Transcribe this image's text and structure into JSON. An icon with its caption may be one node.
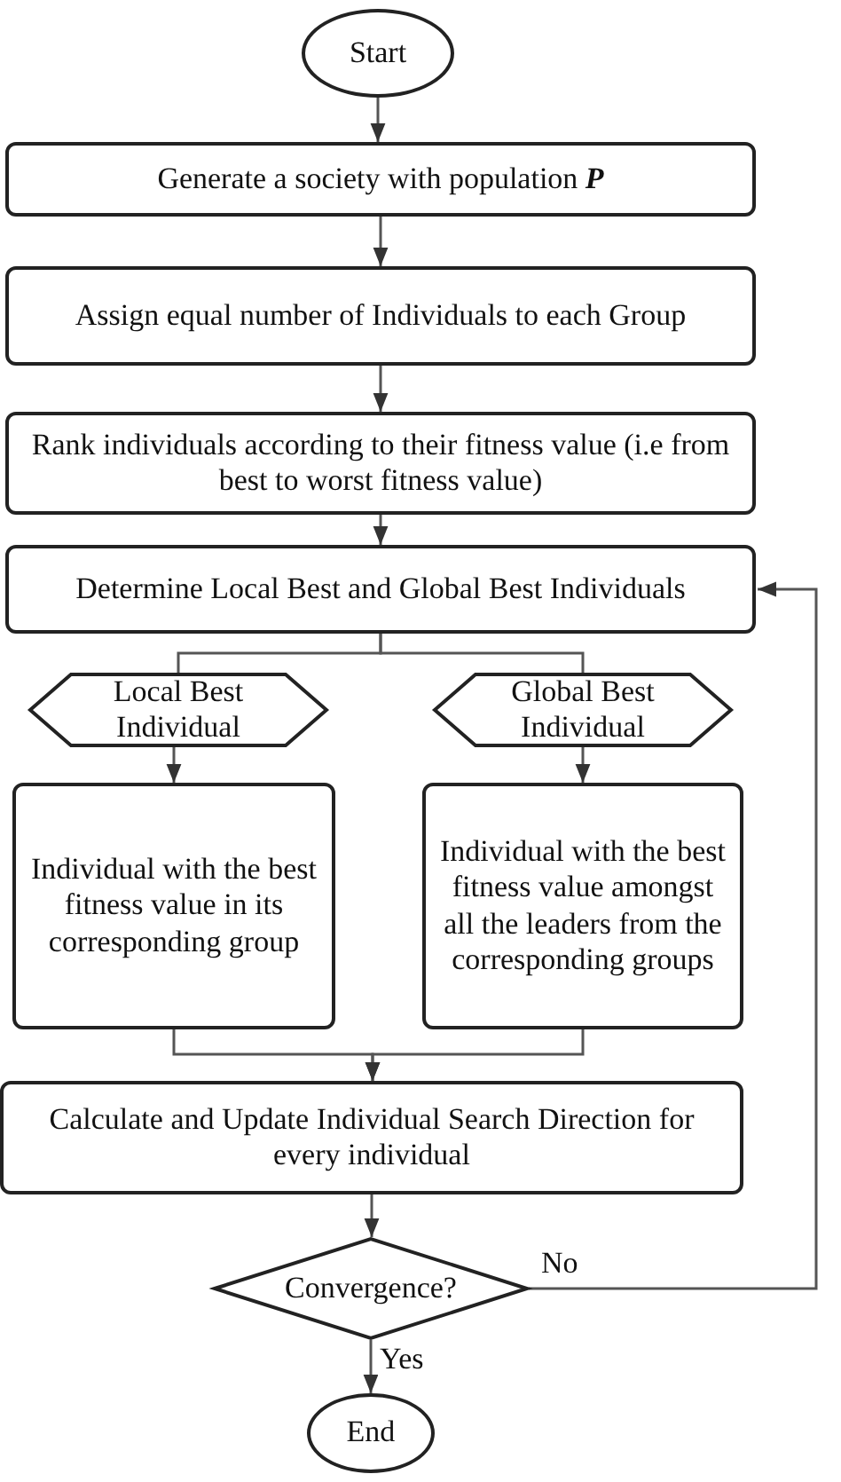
{
  "diagram": {
    "nodes": [
      {
        "text": [
          "Start"
        ]
      },
      {
        "text": [
          "Generate a society with population **P**"
        ]
      },
      {
        "text": [
          "Assign equal number of Individuals to each Group"
        ]
      },
      {
        "text": [
          "Rank individuals according to their fitness value (i.e from best to worst fitness value)"
        ]
      },
      {
        "text": [
          "Determine Local Best and Global Best Individuals"
        ]
      },
      {
        "text": [
          "Local Best Individual"
        ]
      },
      {
        "text": [
          "Global Best Individual"
        ]
      },
      {
        "text": [
          "Individual with the best fitness value in its corresponding group"
        ]
      },
      {
        "text": [
          "Individual with the best fitness value amongst all the leaders from the corresponding groups"
        ]
      },
      {
        "text": [
          "Calculate and Update Individual Search Direction for every individual"
        ]
      },
      {
        "text": [
          "Convergence?"
        ]
      },
      {
        "text": [
          "End"
        ]
      }
    ],
    "edges": [
      {
        "from": 0,
        "to": 1,
        "arrow": "to"
      },
      {
        "from": 1,
        "to": 2,
        "arrow": "to"
      },
      {
        "from": 2,
        "to": 3,
        "arrow": "to"
      },
      {
        "from": 3,
        "to": 4,
        "arrow": "to"
      },
      {
        "from": 4,
        "to": 5,
        "arrow": "none"
      },
      {
        "from": 4,
        "to": 6,
        "arrow": "none"
      },
      {
        "from": 5,
        "to": 7,
        "arrow": "to"
      },
      {
        "from": 6,
        "to": 8,
        "arrow": "to"
      },
      {
        "from": 7,
        "to": 9,
        "arrow": "to"
      },
      {
        "from": 8,
        "to": 9,
        "arrow": "to"
      },
      {
        "from": 9,
        "to": 10,
        "arrow": "to"
      },
      {
        "from": 10,
        "to": 11,
        "arrow": "to",
        "label": "Yes"
      },
      {
        "from": 10,
        "to": 4,
        "arrow": "to",
        "label": "No"
      }
    ]
  }
}
